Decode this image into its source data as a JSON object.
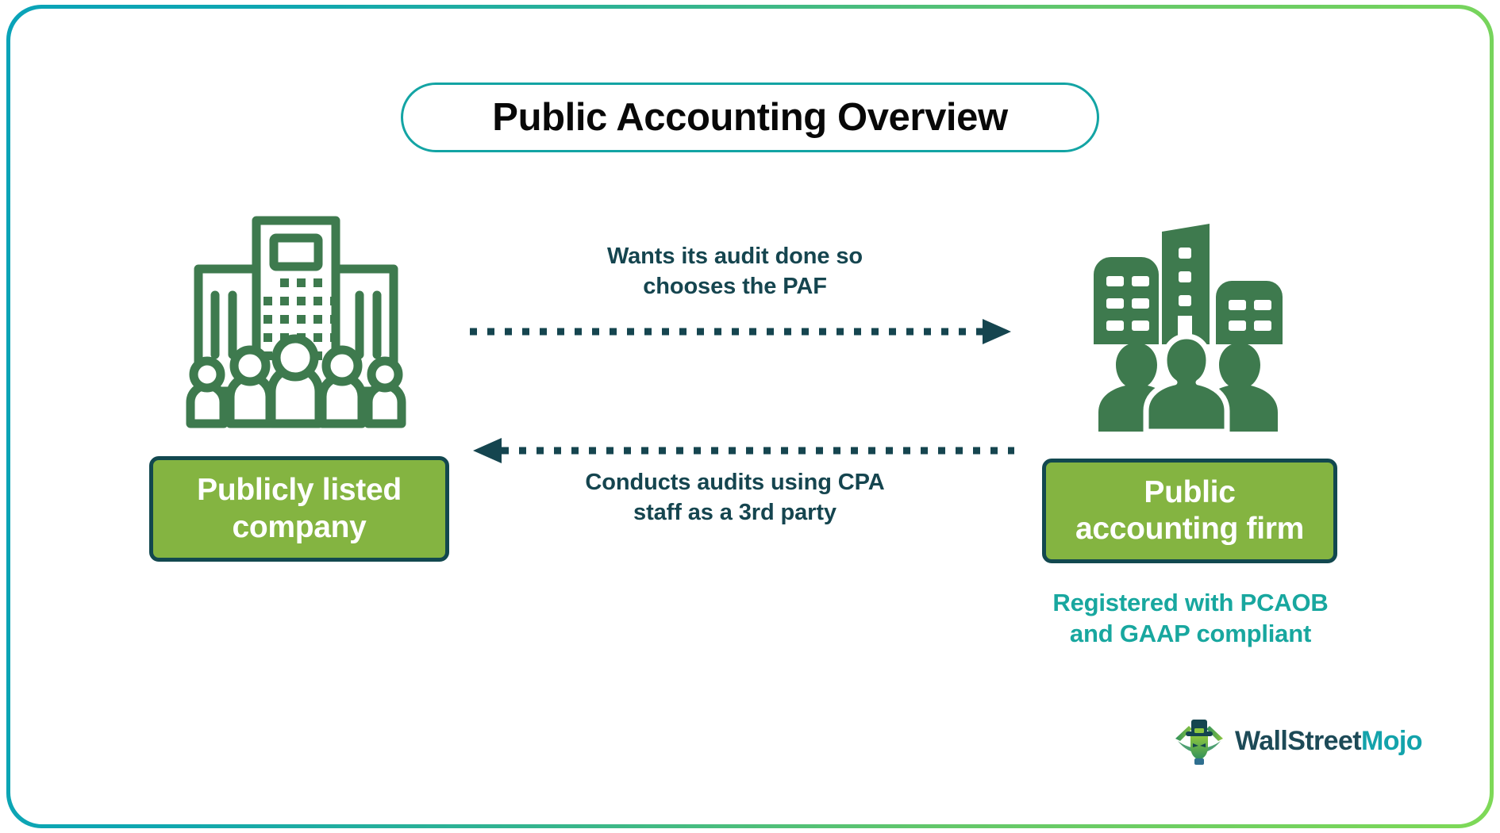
{
  "page": {
    "title": "Public Accounting Overview",
    "background_color": "#ffffff",
    "border_gradient_from": "#0aa3b8",
    "border_gradient_to": "#7ed957"
  },
  "entities": {
    "left": {
      "icon_name": "office-building-with-people-outline-icon",
      "label": "Publicly listed\ncompany",
      "label_line1": "Publicly listed",
      "label_line2": "company",
      "box_fill": "#84b441",
      "box_border": "#12484f",
      "label_color": "#ffffff",
      "icon_color": "#3e7a4e"
    },
    "right": {
      "icon_name": "city-buildings-with-people-solid-icon",
      "label": "Public\naccounting firm",
      "label_line1": "Public",
      "label_line2": "accounting firm",
      "box_fill": "#84b441",
      "box_border": "#12484f",
      "label_color": "#ffffff",
      "icon_color": "#3e7a4e",
      "caption": "Registered with PCAOB\nand GAAP compliant",
      "caption_line1": "Registered with PCAOB",
      "caption_line2": "and GAAP compliant",
      "caption_color": "#18a79f"
    }
  },
  "flows": [
    {
      "id": "flow-top",
      "direction": "left-to-right",
      "label_line1": "Wants its audit done so",
      "label_line2": "chooses the PAF",
      "color": "#15454f",
      "style": "dotted"
    },
    {
      "id": "flow-bottom",
      "direction": "right-to-left",
      "label_line1": "Conducts audits using CPA",
      "label_line2": "staff as a 3rd party",
      "color": "#15454f",
      "style": "dotted"
    }
  ],
  "logo": {
    "mark_name": "wallstreetmojo-mascot-icon",
    "word_primary": "WallStreet",
    "word_accent": "Mojo",
    "primary_color": "#1d4a57",
    "accent_color": "#13a3ab"
  }
}
